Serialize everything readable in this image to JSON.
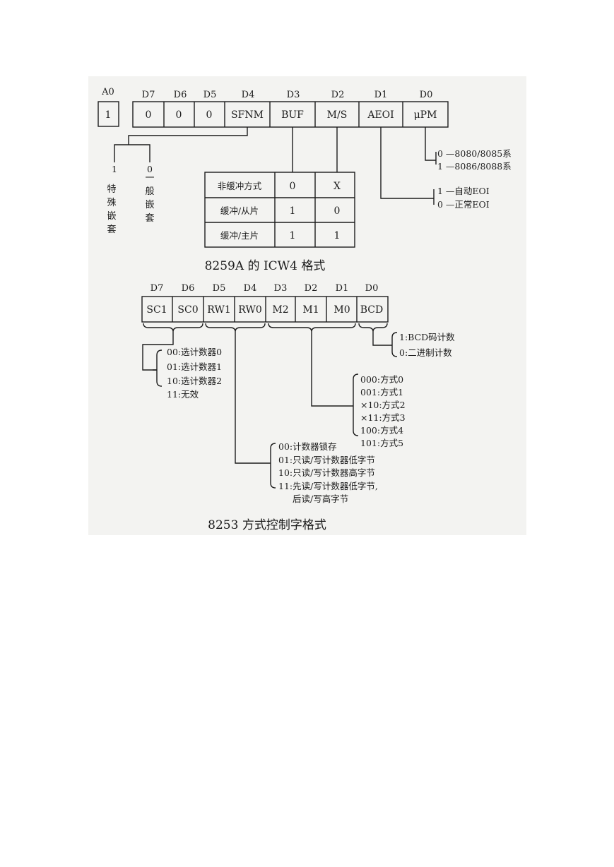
{
  "icw4": {
    "a0": {
      "label": "A0",
      "value": "1"
    },
    "bits": [
      {
        "label": "D7",
        "value": "0"
      },
      {
        "label": "D6",
        "value": "0"
      },
      {
        "label": "D5",
        "value": "0"
      },
      {
        "label": "D4",
        "value": "SFNM"
      },
      {
        "label": "D3",
        "value": "BUF"
      },
      {
        "label": "D2",
        "value": "M/S"
      },
      {
        "label": "D1",
        "value": "AEOI"
      },
      {
        "label": "D0",
        "value": "μPM"
      }
    ],
    "sfnm_options": [
      {
        "value": "1",
        "text": "特殊嵌套"
      },
      {
        "value": "0",
        "text": "一般嵌套"
      }
    ],
    "buf_table": [
      [
        "非缓冲方式",
        "0",
        "X"
      ],
      [
        "缓冲/从片",
        "1",
        "0"
      ],
      [
        "缓冲/主片",
        "1",
        "1"
      ]
    ],
    "upm_options": [
      "0 —8080/8085系",
      "1 —8086/8088系"
    ],
    "aeoi_options": [
      "1 —自动EOI",
      "0 —正常EOI"
    ],
    "caption": "8259A 的 ICW4 格式"
  },
  "cw8253": {
    "bits": [
      {
        "label": "D7",
        "value": "SC1"
      },
      {
        "label": "D6",
        "value": "SC0"
      },
      {
        "label": "D5",
        "value": "RW1"
      },
      {
        "label": "D4",
        "value": "RW0"
      },
      {
        "label": "D3",
        "value": "M2"
      },
      {
        "label": "D2",
        "value": "M1"
      },
      {
        "label": "D1",
        "value": "M0"
      },
      {
        "label": "D0",
        "value": "BCD"
      }
    ],
    "sc_options": [
      "00:选计数器0",
      "01:选计数器1",
      "10:选计数器2",
      "11:无效"
    ],
    "rw_options": [
      "00:计数器锁存",
      "01:只读/写计数器低字节",
      "10:只读/写计数器高字节",
      "11:先读/写计数器低字节,",
      "后读/写高字节"
    ],
    "mode_options": [
      "000:方式0",
      "001:方式1",
      "×10:方式2",
      "×11:方式3",
      "100:方式4",
      "101:方式5"
    ],
    "bcd_options": [
      "1:BCD码计数",
      "0:二进制计数"
    ],
    "caption": "8253 方式控制字格式"
  }
}
